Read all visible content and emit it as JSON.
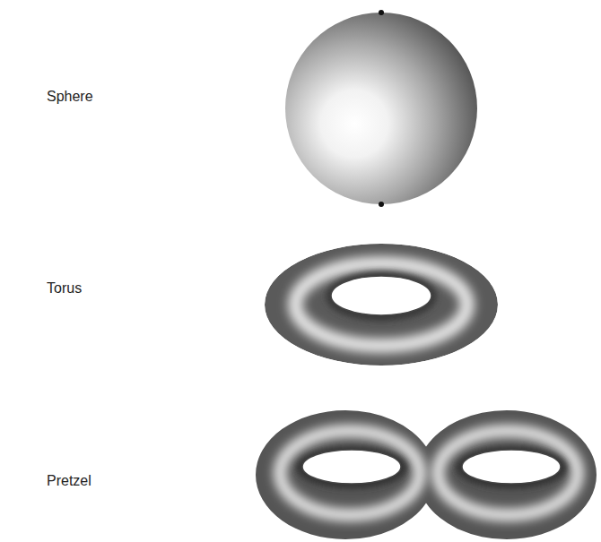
{
  "diagram": {
    "labels": [
      "Sphere",
      "Torus",
      "Pretzel"
    ]
  }
}
